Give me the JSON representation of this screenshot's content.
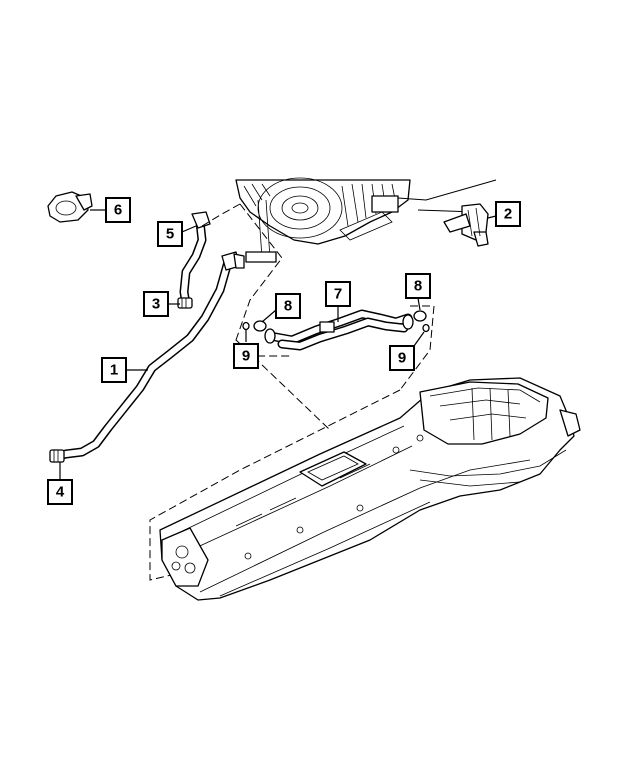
{
  "callouts": [
    {
      "id": "1",
      "label": "1"
    },
    {
      "id": "2",
      "label": "2"
    },
    {
      "id": "3",
      "label": "3"
    },
    {
      "id": "4",
      "label": "4"
    },
    {
      "id": "5",
      "label": "5"
    },
    {
      "id": "6",
      "label": "6"
    },
    {
      "id": "7",
      "label": "7"
    },
    {
      "id": "8a",
      "label": "8"
    },
    {
      "id": "8b",
      "label": "8"
    },
    {
      "id": "9a",
      "label": "9"
    },
    {
      "id": "9b",
      "label": "9"
    }
  ]
}
